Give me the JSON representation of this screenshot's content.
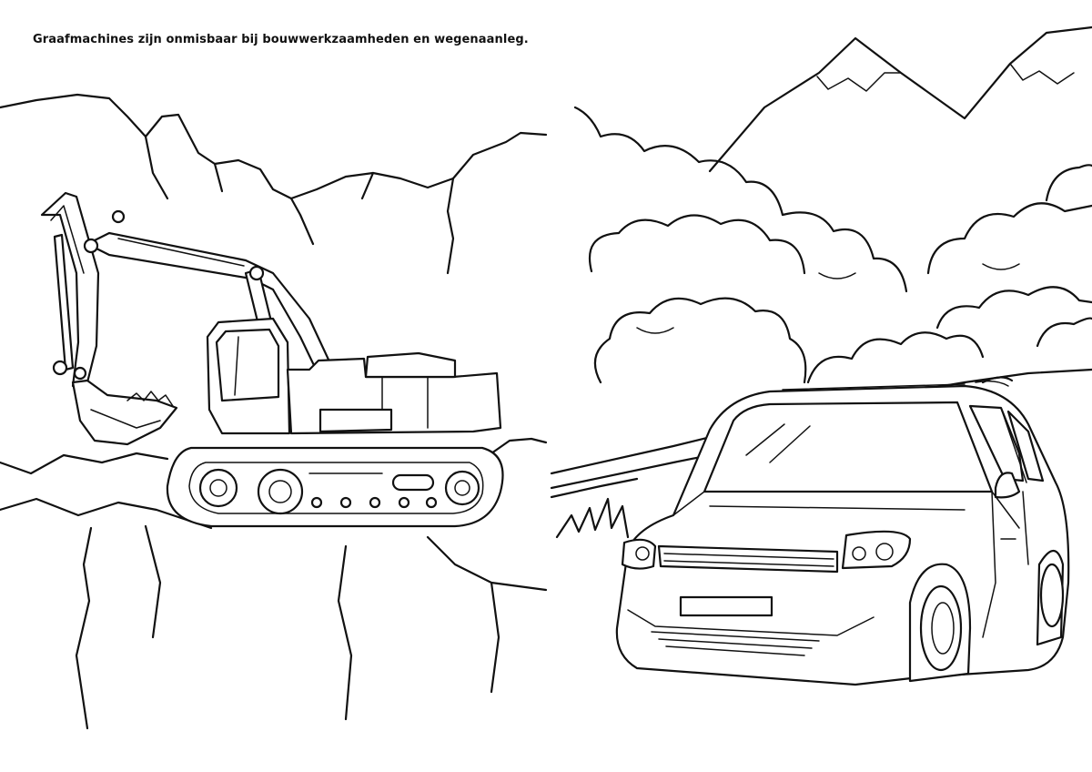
{
  "page": {
    "caption": "Graafmachines zijn onmisbaar bij bouwwerkzaamheden en wegenaanleg."
  },
  "left_illustration": {
    "subject": "excavator",
    "icon": "excavator-icon"
  },
  "right_illustration": {
    "subject": "car",
    "icon": "car-icon"
  },
  "colors": {
    "ink": "#111111",
    "paper": "#ffffff"
  }
}
